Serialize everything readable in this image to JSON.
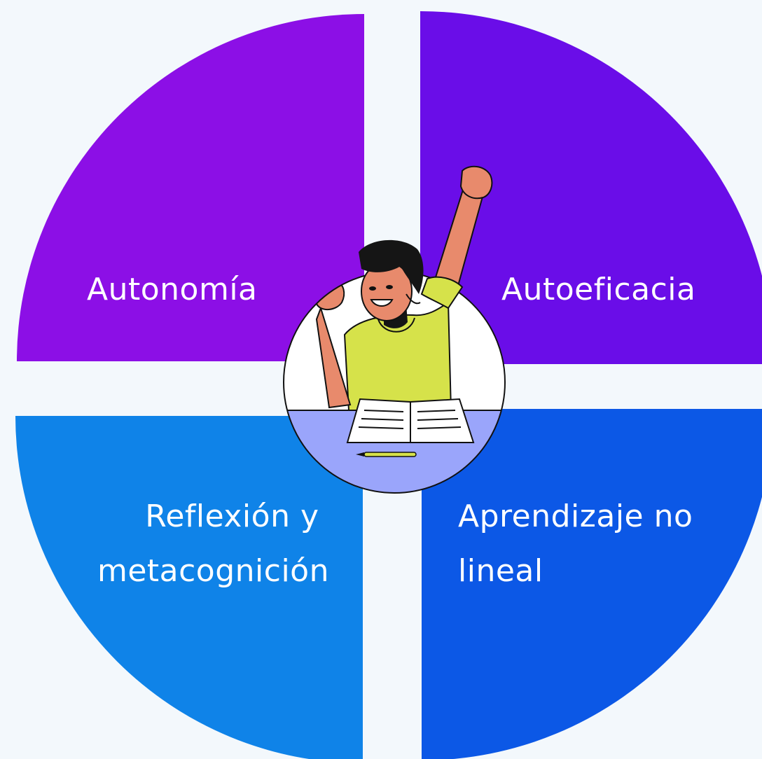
{
  "quadrants": {
    "top_left": {
      "lines": [
        "Autonomía"
      ]
    },
    "top_right": {
      "lines": [
        "Autoeficacia"
      ]
    },
    "bottom_left": {
      "lines": [
        "Reflexión y",
        "metacognición"
      ]
    },
    "bottom_right": {
      "lines": [
        "Aprendizaje no",
        "lineal"
      ]
    }
  },
  "colors": {
    "background": "#f3f8fc",
    "top_left": "#8c0fe6",
    "top_right": "#6a0de8",
    "bottom_left": "#0f83e8",
    "bottom_right": "#0c58e6",
    "badge_fill": "#ffffff",
    "desk": "#9aa5fb",
    "shirt": "#d6e24a",
    "skin": "#e88a6c",
    "hair": "#151515"
  },
  "illustration": {
    "subject": "student-raising-fist-icon"
  }
}
